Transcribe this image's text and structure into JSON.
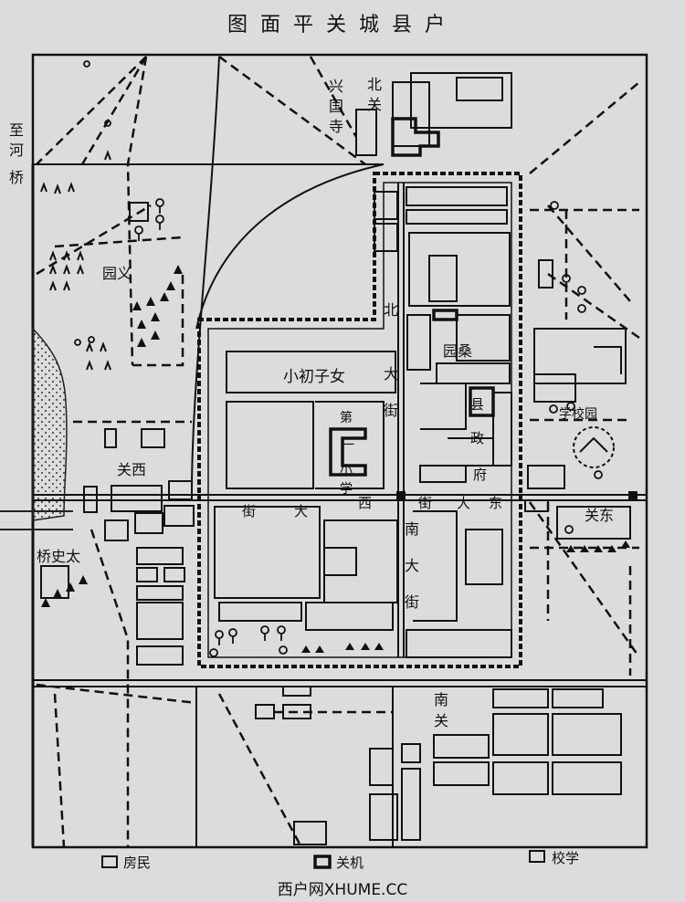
{
  "title": "图面平关城县户",
  "labels": {
    "xingguosi": [
      "兴",
      "国",
      "寺"
    ],
    "beiguan": [
      "北",
      "关"
    ],
    "zhiheqiao": [
      "至",
      "河",
      "桥"
    ],
    "yiyuan": "园义",
    "xiguan": "关西",
    "taishiqiao": "桥史太",
    "nvzi": "小初子女",
    "beidajie": [
      "北",
      "大",
      "街"
    ],
    "sangyuan": "园桑",
    "xianzhengfu": [
      "县",
      "政",
      "府"
    ],
    "di_xiao": [
      "第",
      "一",
      "小",
      "学"
    ],
    "xidajie": [
      "街",
      "大",
      "西"
    ],
    "dongdajie": [
      "街",
      "大",
      "东"
    ],
    "nandajie": [
      "南",
      "大",
      "街"
    ],
    "dongguan": "关东",
    "nanguan": [
      "南",
      "关"
    ],
    "school_label": "学校园"
  },
  "legend": [
    {
      "label": "房民"
    },
    {
      "label": "关机"
    },
    {
      "label": "校学"
    }
  ],
  "watermark": "西户网XHUME.CC"
}
